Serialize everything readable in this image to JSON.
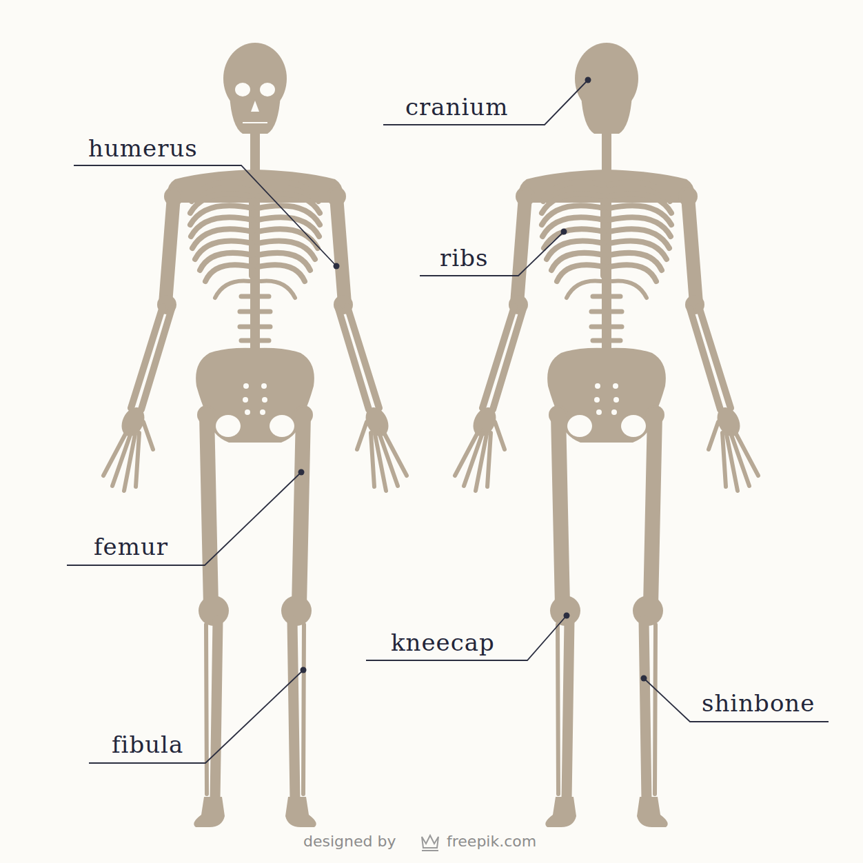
{
  "diagram": {
    "labels": [
      "cranium",
      "humerus",
      "ribs",
      "femur",
      "kneecap",
      "shinbone",
      "fibula",
      "designed by",
      "freepik.com"
    ]
  }
}
